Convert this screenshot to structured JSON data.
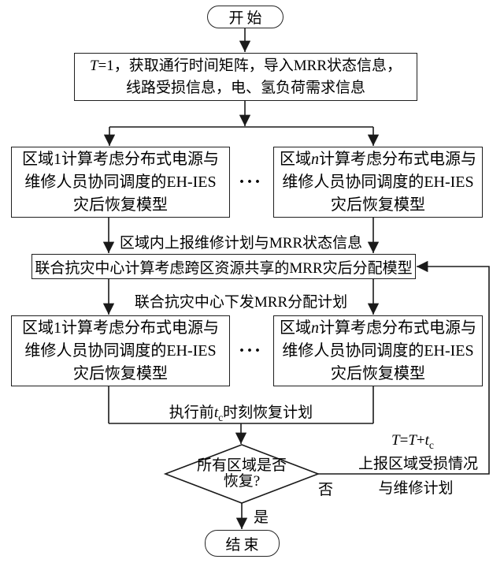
{
  "fc": {
    "start": "开始",
    "end": "结束",
    "init": {
      "var": "T",
      "line1_rest": "=1，获取通行时间矩阵，导入MRR状态信息，",
      "line2": "线路受损信息，电、氢负荷需求信息"
    },
    "region1": {
      "line1": "区域1计算考虑分布式电源与",
      "line2": "维修人员协同调度的EH-IES",
      "line3": "灾后恢复模型"
    },
    "regionN": {
      "pre": "区域",
      "var": "n",
      "line1_rest": "计算考虑分布式电源与",
      "line2": "维修人员协同调度的EH-IES",
      "line3": "灾后恢复模型"
    },
    "ellipsis": "···",
    "label_report_up": "区域内上报维修计划与MRR状态信息",
    "center_box": "联合抗灾中心计算考虑跨区资源共享的MRR灾后分配模型",
    "label_dispatch": "联合抗灾中心下发MRR分配计划",
    "label_exec": {
      "pre": "执行前",
      "var": "t",
      "sub": "c",
      "post": "时刻恢复计划"
    },
    "decision": {
      "line1": "所有区域是否",
      "line2": "恢复?"
    },
    "label_yes": "是",
    "label_no": "否",
    "feedback": {
      "t1": "T",
      "eq": "=",
      "t2": "T",
      "plus": "+",
      "t3": "t",
      "sub": "c",
      "line2": "上报区域受损情况",
      "line3": "与维修计划"
    },
    "colors": {
      "line": "#1a1a1a",
      "box_border": "#1f1f1f",
      "background": "#ffffff",
      "text": "#000000"
    }
  }
}
